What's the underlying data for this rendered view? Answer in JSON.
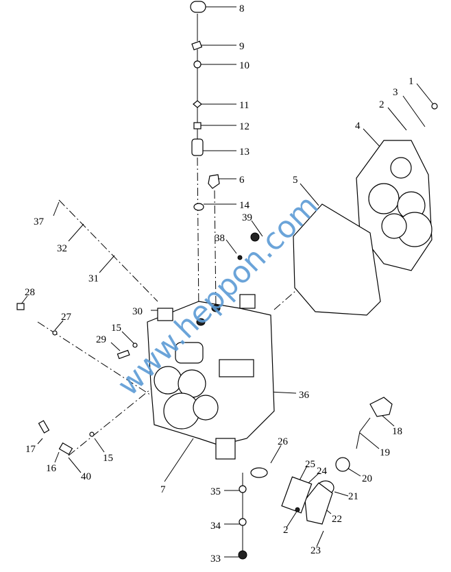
{
  "diagram": {
    "title": "Gearbox housing exploded view",
    "watermark": "www.heppon.com",
    "callouts": [
      "8",
      "9",
      "10",
      "11",
      "12",
      "13",
      "6",
      "14",
      "39",
      "38",
      "37",
      "32",
      "31",
      "1",
      "3",
      "2",
      "4",
      "5",
      "28",
      "27",
      "30",
      "15",
      "29",
      "36",
      "17",
      "16",
      "40",
      "15",
      "7",
      "18",
      "19",
      "20",
      "21",
      "22",
      "26",
      "25",
      "24",
      "35",
      "34",
      "2",
      "23",
      "33"
    ]
  }
}
